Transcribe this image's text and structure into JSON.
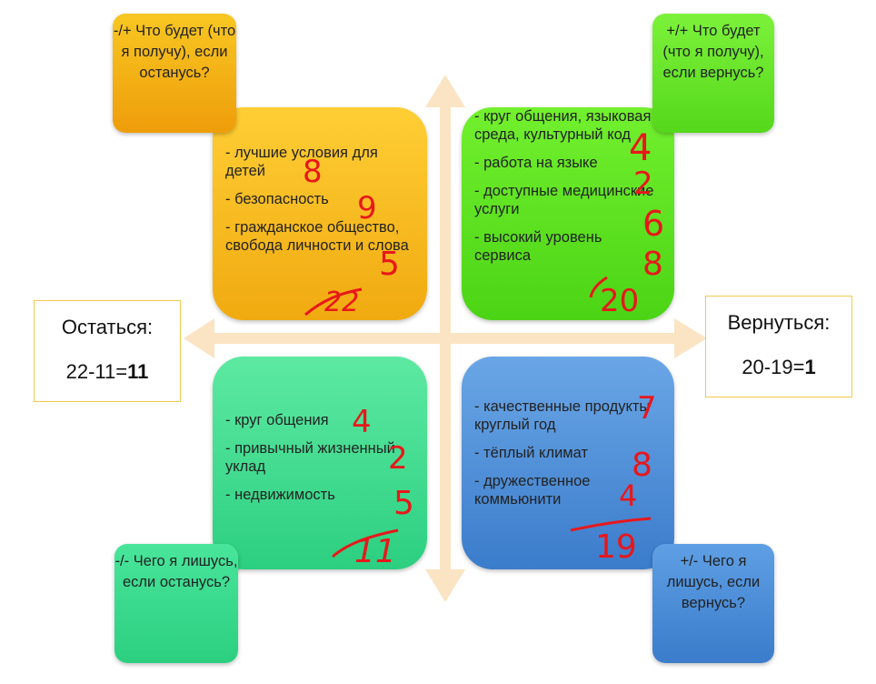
{
  "quadrants": {
    "top_left": {
      "items": [
        "- лучшие условия для детей",
        "- безопасность",
        "- гражданское общество, свобода личности и слова"
      ],
      "marks": [
        "8",
        "9",
        "5"
      ],
      "total": "22"
    },
    "top_right": {
      "items": [
        "- круг общения, языковая среда, культурный код",
        "- работа на языке",
        "- доступные медицинские услуги",
        "- высокий уровень сервиса"
      ],
      "marks": [
        "4",
        "2",
        "6",
        "8"
      ],
      "total": "20"
    },
    "bottom_left": {
      "items": [
        "- круг общения",
        "- привычный жизненный уклад",
        "- недвижимость"
      ],
      "marks": [
        "4",
        "2",
        "5"
      ],
      "total": "11"
    },
    "bottom_right": {
      "items": [
        "- качественные продукты круглый год",
        "- тёплый климат",
        "- дружественное коммьюнити"
      ],
      "marks": [
        "7",
        "8",
        "4"
      ],
      "total": "19"
    }
  },
  "labels": {
    "top_left": "-/+ Что будет (что я получу), если останусь?",
    "top_right": "+/+ Что будет (что я получу), если вернусь?",
    "bottom_left": "-/- Чего я лишусь, если останусь?",
    "bottom_right": "+/- Чего я лишусь, если вернусь?"
  },
  "results": {
    "stay": {
      "title": "Остаться:",
      "formula": "22-11=",
      "value": "11"
    },
    "return": {
      "title": "Вернуться:",
      "formula": "20-19=",
      "value": "1"
    }
  },
  "colors": {
    "arrow": "#fbe4c3",
    "top_left": "#f7b91e",
    "top_right": "#5fe223",
    "bottom_left": "#3bdc8e",
    "bottom_right": "#4b8ed8",
    "handwriting": "#e8171b"
  }
}
